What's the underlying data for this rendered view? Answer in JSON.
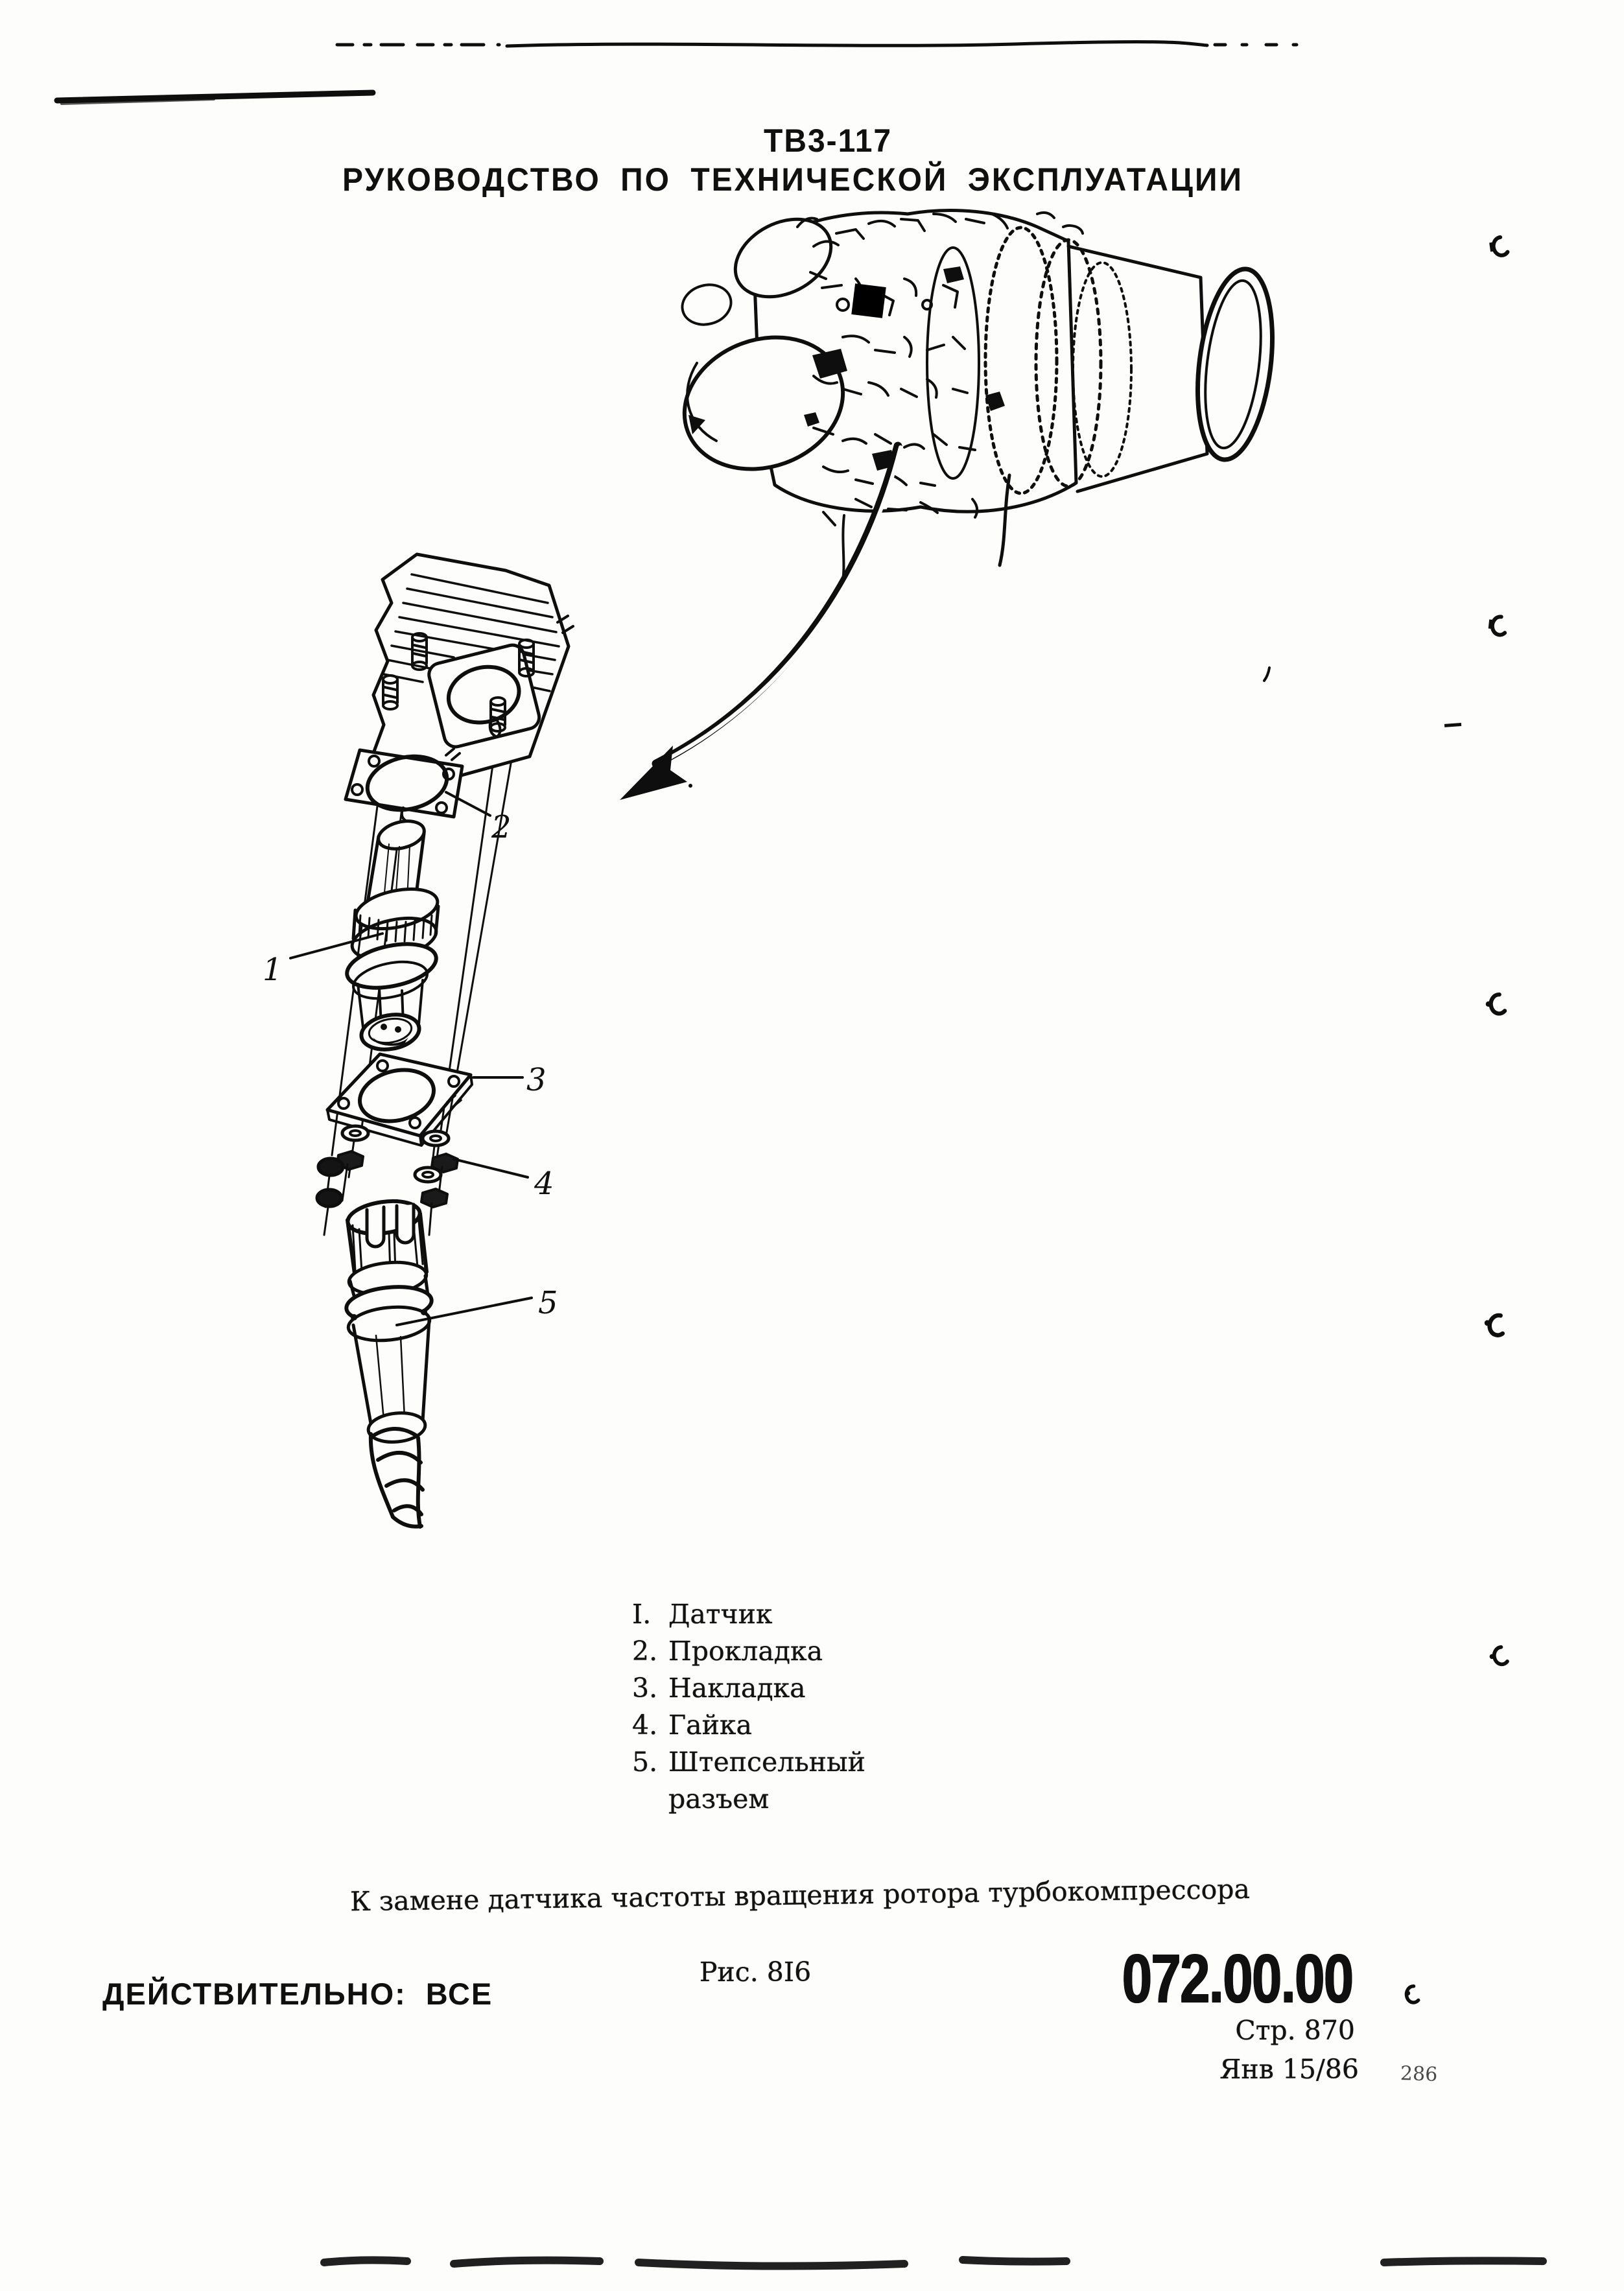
{
  "header": {
    "model": "ТВ3-117",
    "manual_title": "РУКОВОДСТВО ПО ТЕХНИЧЕСКОЙ ЭКСПЛУАТАЦИИ"
  },
  "figure": {
    "part_labels": [
      "1",
      "2",
      "3",
      "4",
      "5"
    ],
    "legend": [
      {
        "num": "I.",
        "label": "Датчик"
      },
      {
        "num": "2.",
        "label": "Прокладка"
      },
      {
        "num": "3.",
        "label": "Накладка"
      },
      {
        "num": "4.",
        "label": "Гайка"
      },
      {
        "num": "5.",
        "label": "Штепсельный"
      }
    ],
    "legend_continuation": "разъем",
    "caption": "К замене датчика частоты вращения ротора турбокомпрессора",
    "figure_ref": "Рис. 8I6"
  },
  "footer": {
    "effectivity": "ДЕЙСТВИТЕЛЬНО:",
    "effectivity_value": "ВСЕ",
    "chapter_code": "072.00.00",
    "page_ref": "Стр. 870",
    "revision_date": "Янв 15/86",
    "print_mark": "286"
  }
}
